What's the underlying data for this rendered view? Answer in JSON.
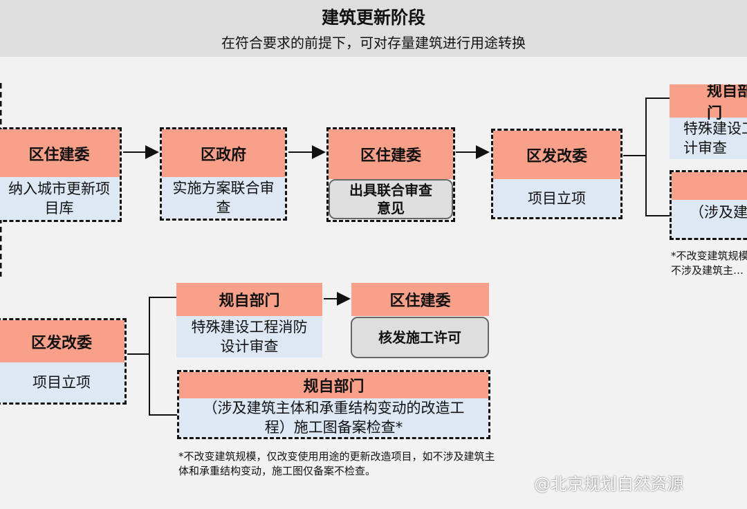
{
  "header": {
    "title": "建筑更新阶段",
    "subtitle": "在符合要求的前提下，可对存量建筑进行用途转换"
  },
  "top_row": [
    {
      "agency": "区住建委",
      "task": "纳入城市更新项目库"
    },
    {
      "agency": "区政府",
      "task": "实施方案联合审查"
    },
    {
      "agency": "区住建委",
      "task": "出具联合审查意见"
    },
    {
      "agency": "区发改委",
      "task": "项目立项"
    }
  ],
  "top_right": [
    {
      "agency": "规自部门",
      "task": "特殊建设工程消防设计审查"
    },
    {
      "agency": "",
      "task": "（涉及建筑"
    }
  ],
  "top_note": "*不改变建筑规模…\n不涉及建筑主…",
  "bottom_row": {
    "start": {
      "agency": "区发改委",
      "task": "项目立项"
    },
    "fire": {
      "agency": "规自部门",
      "task": "特殊建设工程消防设计审查"
    },
    "permit": {
      "agency": "区住建委",
      "task": "核发施工许可"
    },
    "drawings": {
      "agency": "规自部门",
      "task": "（涉及建筑主体和承重结构变动的改造工程）施工图备案检查*"
    }
  },
  "note": "*不改变建筑规模，仅改变使用用途的更新改造项目，如不涉及建筑主体和承重结构变动，施工图仅备案不检查。",
  "watermark": "@北京规划自然资源",
  "colors": {
    "header": "#f9a08a",
    "body": "#dde8f4",
    "bg": "#f2f2f2"
  }
}
